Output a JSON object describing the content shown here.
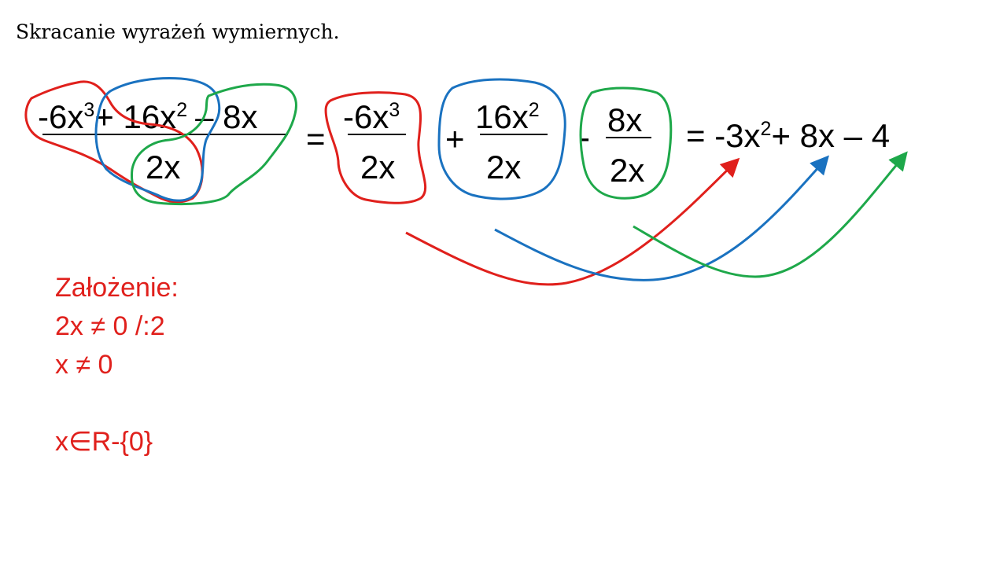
{
  "slide": {
    "title": "Skracanie wyrażeń wymiernych.",
    "expression": {
      "numerator": {
        "t1": "-6x",
        "e1": "3",
        "t2": "+ 16x",
        "e2": "2",
        "t3": "– 8x"
      },
      "denominator": "2x"
    },
    "equals1": "=",
    "frac1": {
      "num": "-6x",
      "num_exp": "3",
      "den": "2x"
    },
    "plus": "+",
    "frac2": {
      "num": "16x",
      "num_exp": "2",
      "den": "2x"
    },
    "minus": "-",
    "frac3": {
      "num": "8x",
      "den": "2x"
    },
    "result": {
      "eq": "= -3x",
      "exp": "2",
      "rest": "+ 8x – 4"
    },
    "assumption": {
      "heading": "Założenie:",
      "line1": "2x ≠ 0 /:2",
      "line2": "x ≠ 0",
      "line3": "x∈R-{0}"
    },
    "colors": {
      "red": "#e0201c",
      "blue": "#1a72c0",
      "green": "#1ea84a",
      "text": "#000000"
    }
  }
}
